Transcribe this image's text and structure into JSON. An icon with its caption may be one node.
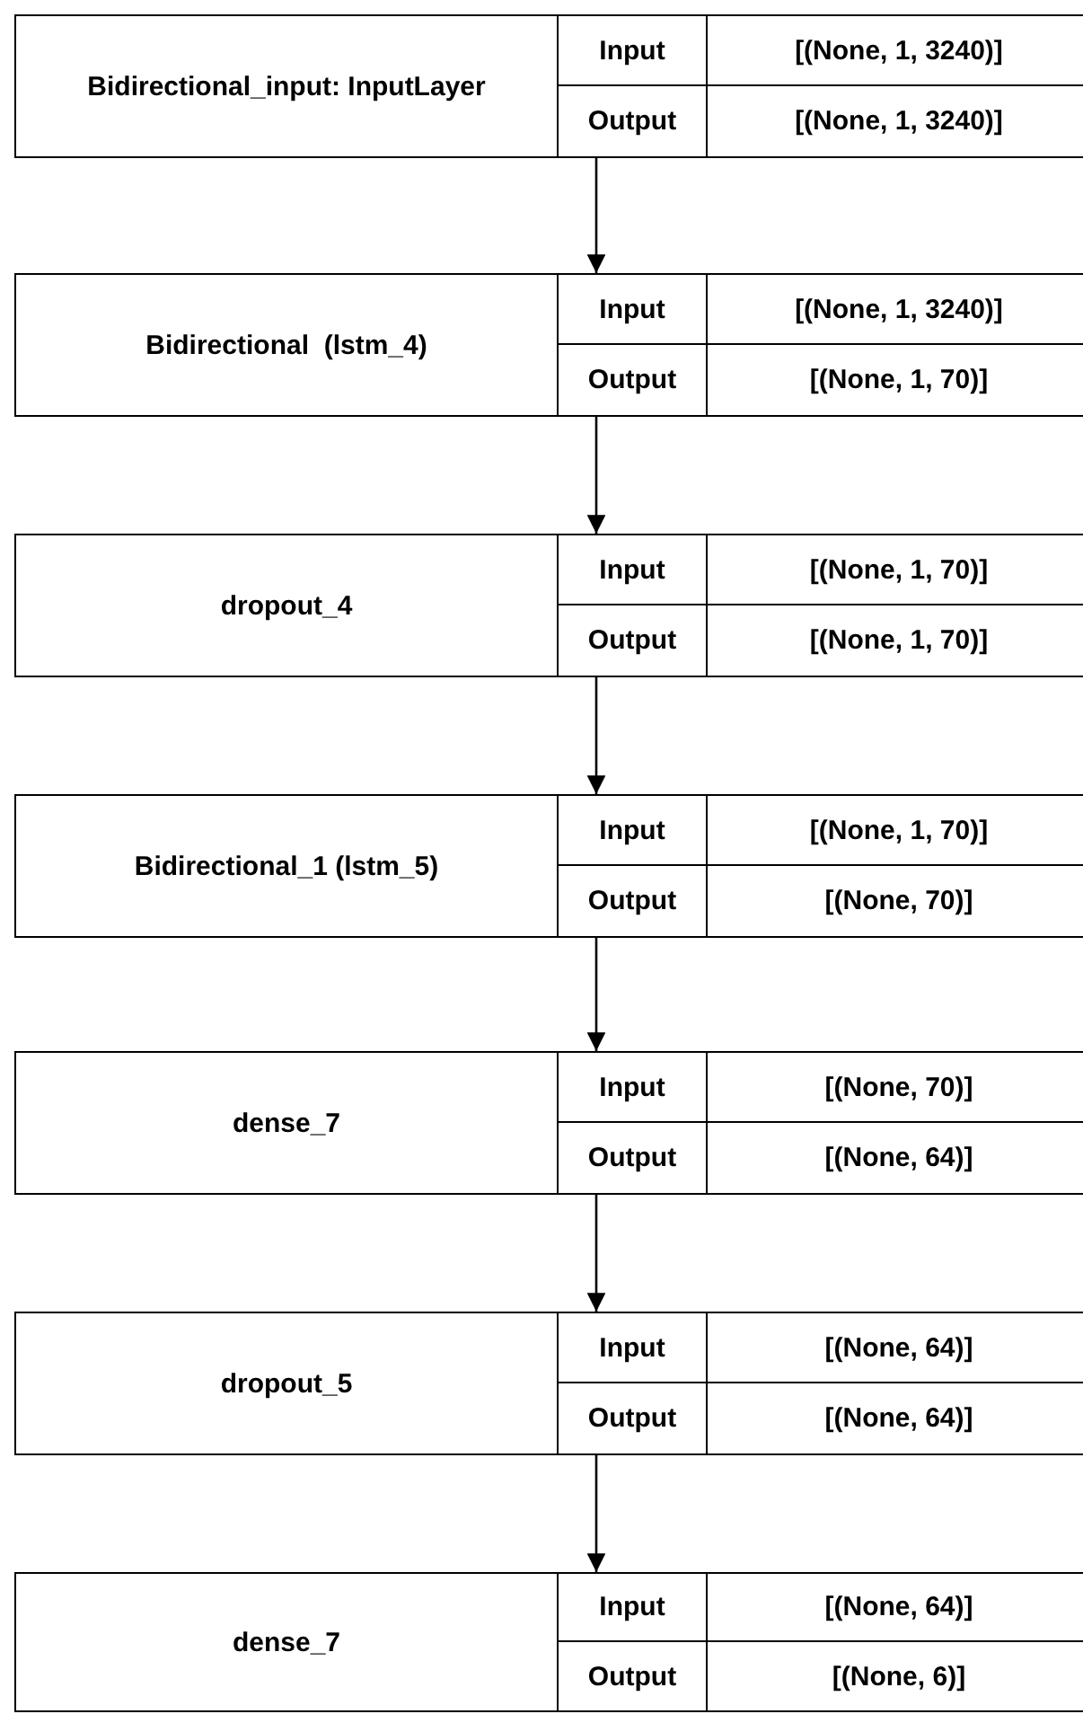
{
  "diagram": {
    "nodes": [
      {
        "text": [
          "Bidirectional_input: InputLayer",
          "Input",
          "[(None, 1, 3240)]",
          "Output",
          "[(None, 1, 3240)]"
        ]
      },
      {
        "text": [
          "Bidirectional  (lstm_4)",
          "Input",
          "[(None, 1, 3240)]",
          "Output",
          "[(None, 1, 70)]"
        ]
      },
      {
        "text": [
          "dropout_4",
          "Input",
          "[(None, 1, 70)]",
          "Output",
          "[(None, 1, 70)]"
        ]
      },
      {
        "text": [
          "Bidirectional_1 (lstm_5)",
          "Input",
          "[(None, 1, 70)]",
          "Output",
          "[(None, 70)]"
        ]
      },
      {
        "text": [
          "dense_7",
          "Input",
          "[(None, 70)]",
          "Output",
          "[(None, 64)]"
        ]
      },
      {
        "text": [
          "dropout_5",
          "Input",
          "[(None, 64)]",
          "Output",
          "[(None, 64)]"
        ]
      },
      {
        "text": [
          "dense_7",
          "Input",
          "[(None, 64)]",
          "Output",
          "[(None, 6)]"
        ]
      }
    ],
    "edges": [
      {
        "from": 0,
        "to": 1,
        "arrow": "to"
      },
      {
        "from": 1,
        "to": 2,
        "arrow": "to"
      },
      {
        "from": 2,
        "to": 3,
        "arrow": "to"
      },
      {
        "from": 3,
        "to": 4,
        "arrow": "to"
      },
      {
        "from": 4,
        "to": 5,
        "arrow": "to"
      },
      {
        "from": 5,
        "to": 6,
        "arrow": "to"
      }
    ]
  }
}
